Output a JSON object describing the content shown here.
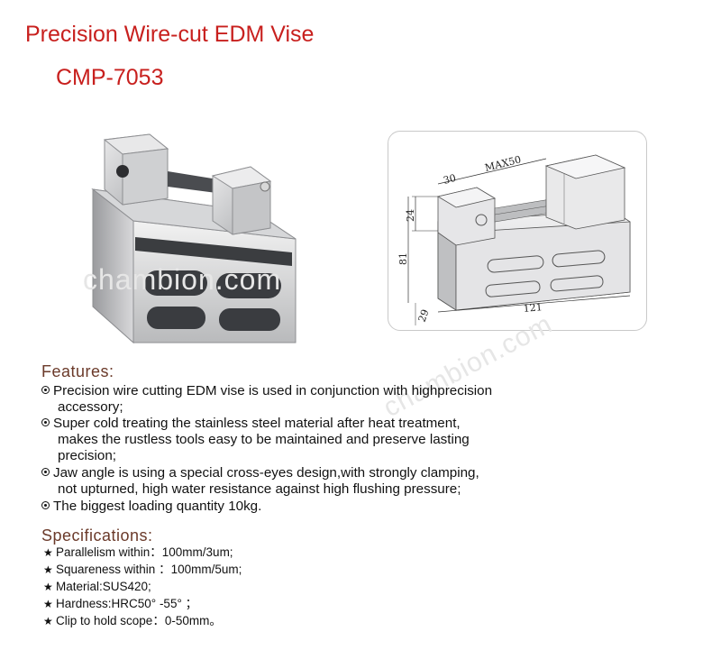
{
  "header": {
    "title": "Precision Wire-cut EDM Vise",
    "model": "CMP-7053"
  },
  "watermark": {
    "text1": "chambion.com",
    "text2": "chambion.com"
  },
  "drawing": {
    "dim_30": "30",
    "dim_max50": "MAX50",
    "dim_24": "24",
    "dim_81": "81",
    "dim_29": "29",
    "dim_121": "121"
  },
  "features": {
    "heading": "Features:",
    "items": [
      {
        "line1": "Precision wire cutting EDM vise is used in conjunction with highprecision",
        "line2": "accessory;"
      },
      {
        "line1": "Super cold treating the stainless steel material after heat treatment,",
        "line2": "makes the rustless tools easy to be maintained and preserve lasting",
        "line3": "precision;"
      },
      {
        "line1": "Jaw angle is using a special cross-eyes design,with strongly clamping,",
        "line2": "not upturned, high water resistance against high flushing pressure;"
      },
      {
        "line1": "The biggest loading quantity  10kg."
      }
    ]
  },
  "specifications": {
    "heading": "Specifications:",
    "items": [
      "Parallelism within：100mm/3um;",
      "Squareness within ：100mm/5um;",
      "Material:SUS420;",
      "Hardness:HRC50° -55° ；",
      "Clip to hold scope：0-50mm。"
    ]
  },
  "icons": {
    "bullet": "circle-dot-icon",
    "star": "star-icon"
  }
}
